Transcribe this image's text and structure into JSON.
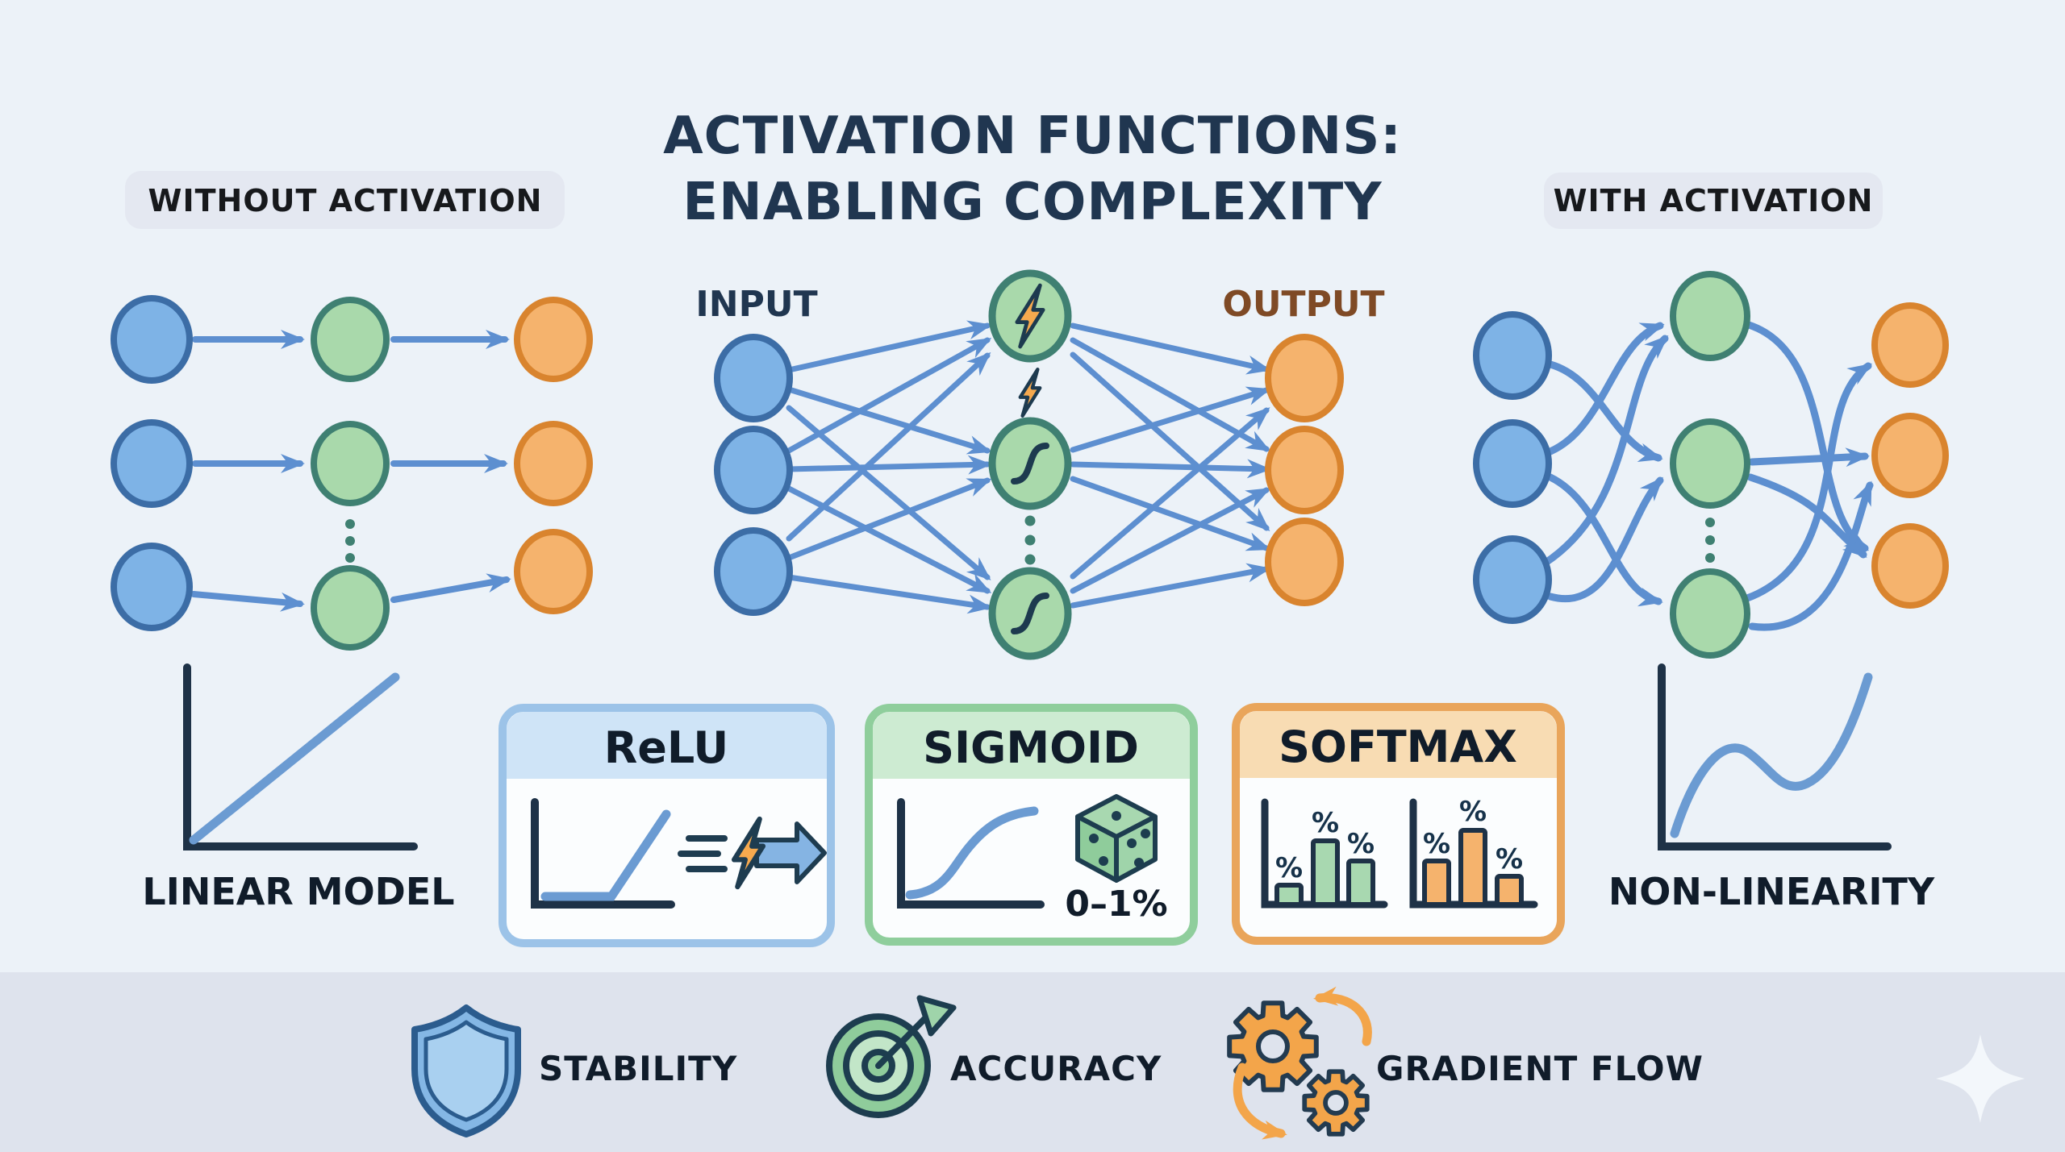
{
  "title": {
    "line1": "ACTIVATION FUNCTIONS:",
    "line2": "ENABLING COMPLEXITY"
  },
  "left_section": {
    "header": "WITHOUT ACTIVATION",
    "caption": "LINEAR MODEL"
  },
  "right_section": {
    "header": "WITH ACTIVATION",
    "caption": "NON-LINEARITY"
  },
  "center_network": {
    "input_label": "INPUT",
    "output_label": "OUTPUT"
  },
  "cards": {
    "relu": {
      "title": "ReLU",
      "icon": "relu-plot + speed-lightning-arrow"
    },
    "sigmoid": {
      "title": "SIGMOID",
      "range_label": "0–1%",
      "icon": "sigmoid-plot + dice"
    },
    "softmax": {
      "title": "SOFTMAX",
      "percent": "%",
      "icon": "green and orange percent bar charts"
    }
  },
  "footer": {
    "stability_label": "STABILITY",
    "accuracy_label": "ACCURACY",
    "gradient_flow_label": "GRADIENT FLOW",
    "icons": [
      "shield-icon",
      "target-icon",
      "gears-icon",
      "sparkle-icon"
    ]
  },
  "colors": {
    "background": "#ecf2f8",
    "footer_bg": "#dee3ed",
    "pill_bg": "#e4e8f1",
    "title_navy": "#203650",
    "output_brown": "#7f4a25",
    "node_blue_fill": "#7eb3e6",
    "node_blue_stroke": "#3c6da6",
    "node_green_fill": "#a9d9ab",
    "node_green_stroke": "#3f8072",
    "node_orange_fill": "#f5b36d",
    "node_orange_stroke": "#d9842e",
    "arrow_blue": "#5d8fd0",
    "accent_orange": "#f3a54a",
    "plot_axis_navy": "#1e3247",
    "plot_line_blue": "#6b9bd2",
    "relu_border": "#9cc3e8",
    "relu_header": "#cfe4f7",
    "sigmoid_border": "#8fce9c",
    "sigmoid_header": "#cdebd2",
    "softmax_border": "#e9a55b",
    "softmax_header": "#f8dcb3"
  }
}
